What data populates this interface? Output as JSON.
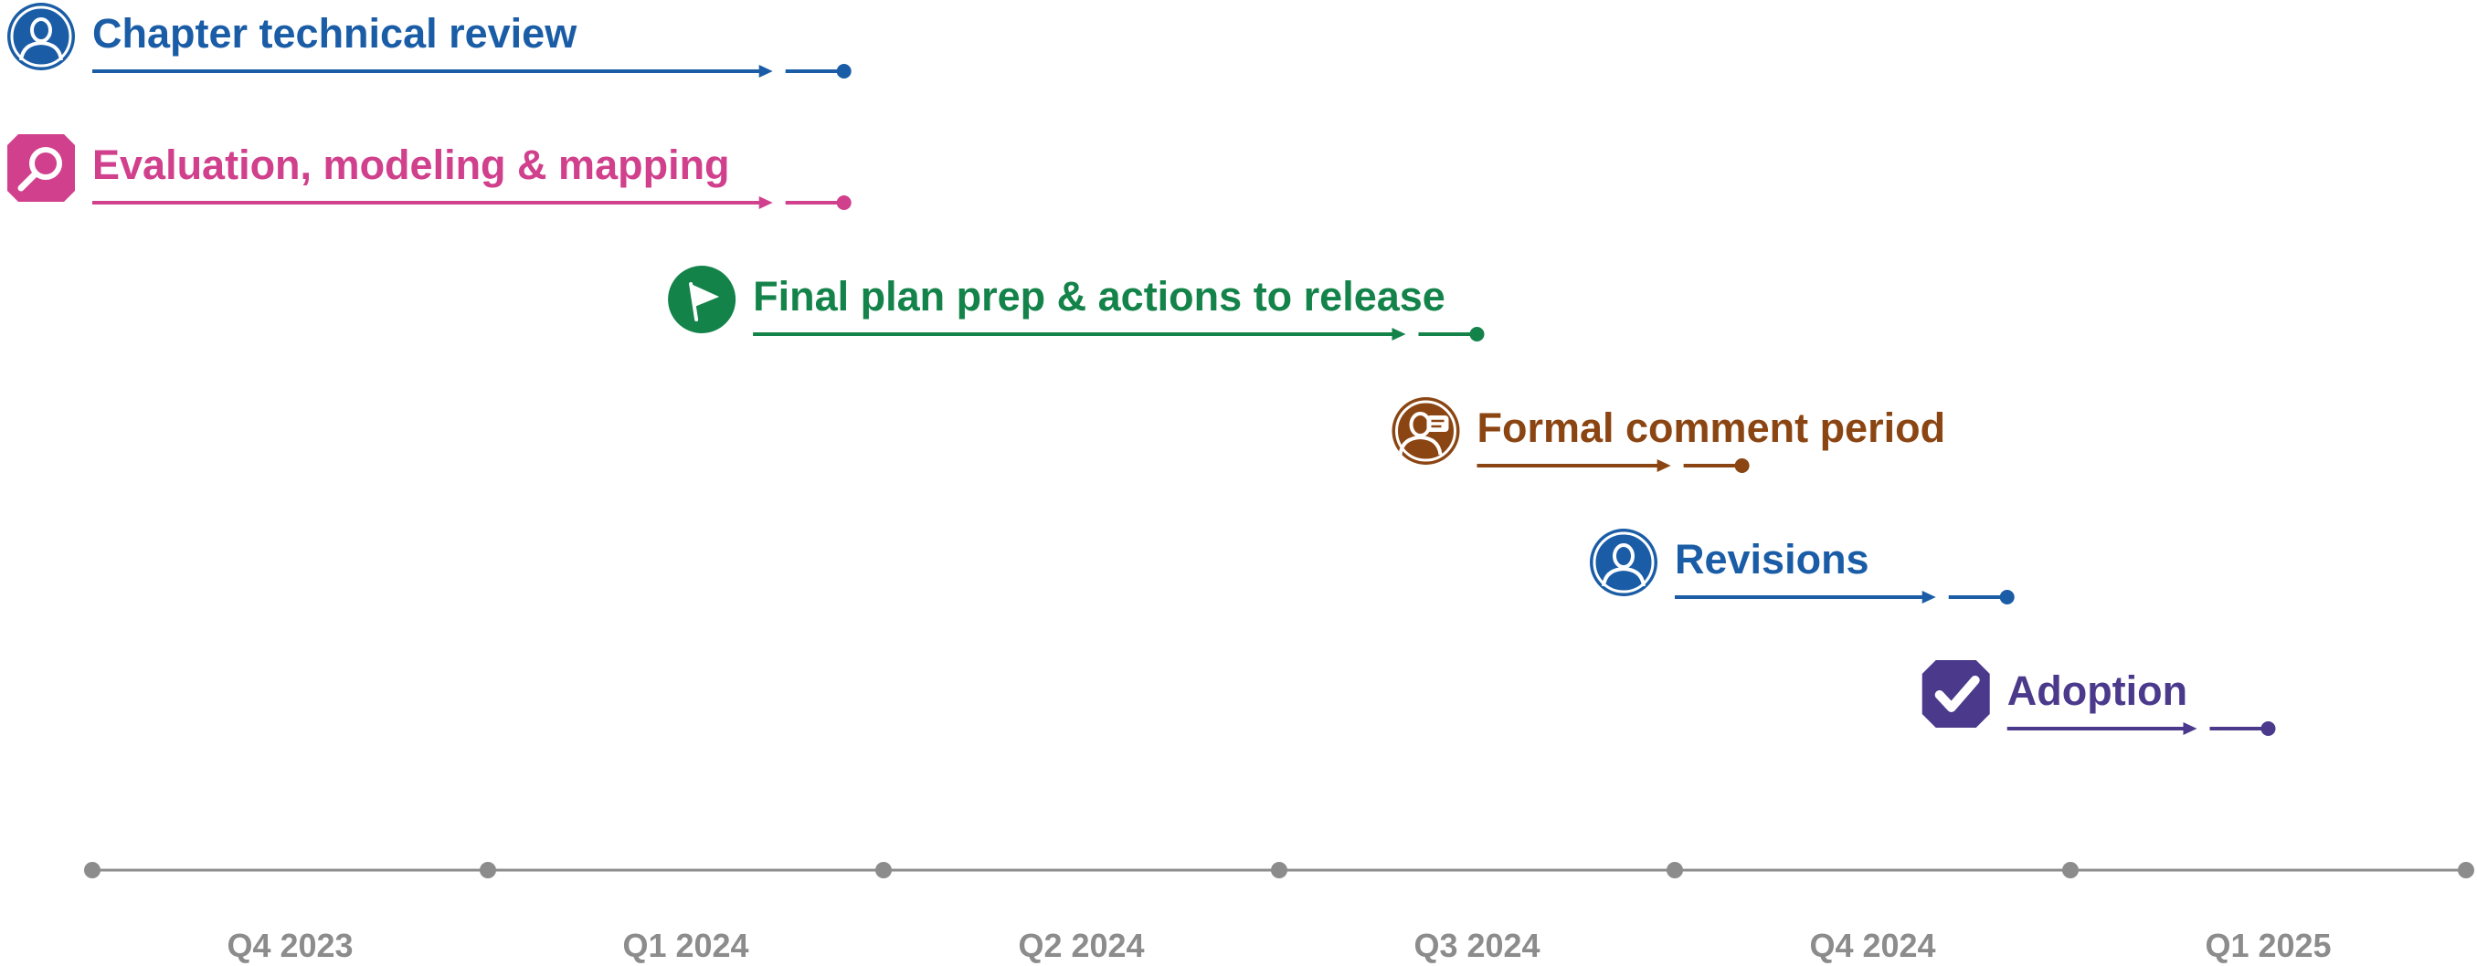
{
  "timeline": {
    "axis_color": "#8c8c8c",
    "quarters": [
      "Q4 2023",
      "Q1 2024",
      "Q2 2024",
      "Q3 2024",
      "Q4 2024",
      "Q1 2025"
    ]
  },
  "tasks": [
    {
      "label": "Chapter technical review",
      "color": "#1a5da6",
      "icon": "person-icon",
      "start_quarter": 0,
      "end_quarter": 1.9
    },
    {
      "label": "Evaluation, modeling & mapping",
      "color": "#d0408c",
      "icon": "magnifier-icon",
      "start_quarter": 0,
      "end_quarter": 1.9
    },
    {
      "label": "Final plan prep & actions to release",
      "color": "#13834a",
      "icon": "flag-icon",
      "start_quarter": 1.67,
      "end_quarter": 3.5
    },
    {
      "label": "Formal comment period",
      "color": "#8b4513",
      "icon": "comment-person-icon",
      "start_quarter": 3.5,
      "end_quarter": 4.17
    },
    {
      "label": "Revisions",
      "color": "#1a5da6",
      "icon": "person-icon",
      "start_quarter": 4.0,
      "end_quarter": 4.84
    },
    {
      "label": "Adoption",
      "color": "#4b3a8c",
      "icon": "checkmark-icon",
      "start_quarter": 4.84,
      "end_quarter": 5.5
    }
  ]
}
